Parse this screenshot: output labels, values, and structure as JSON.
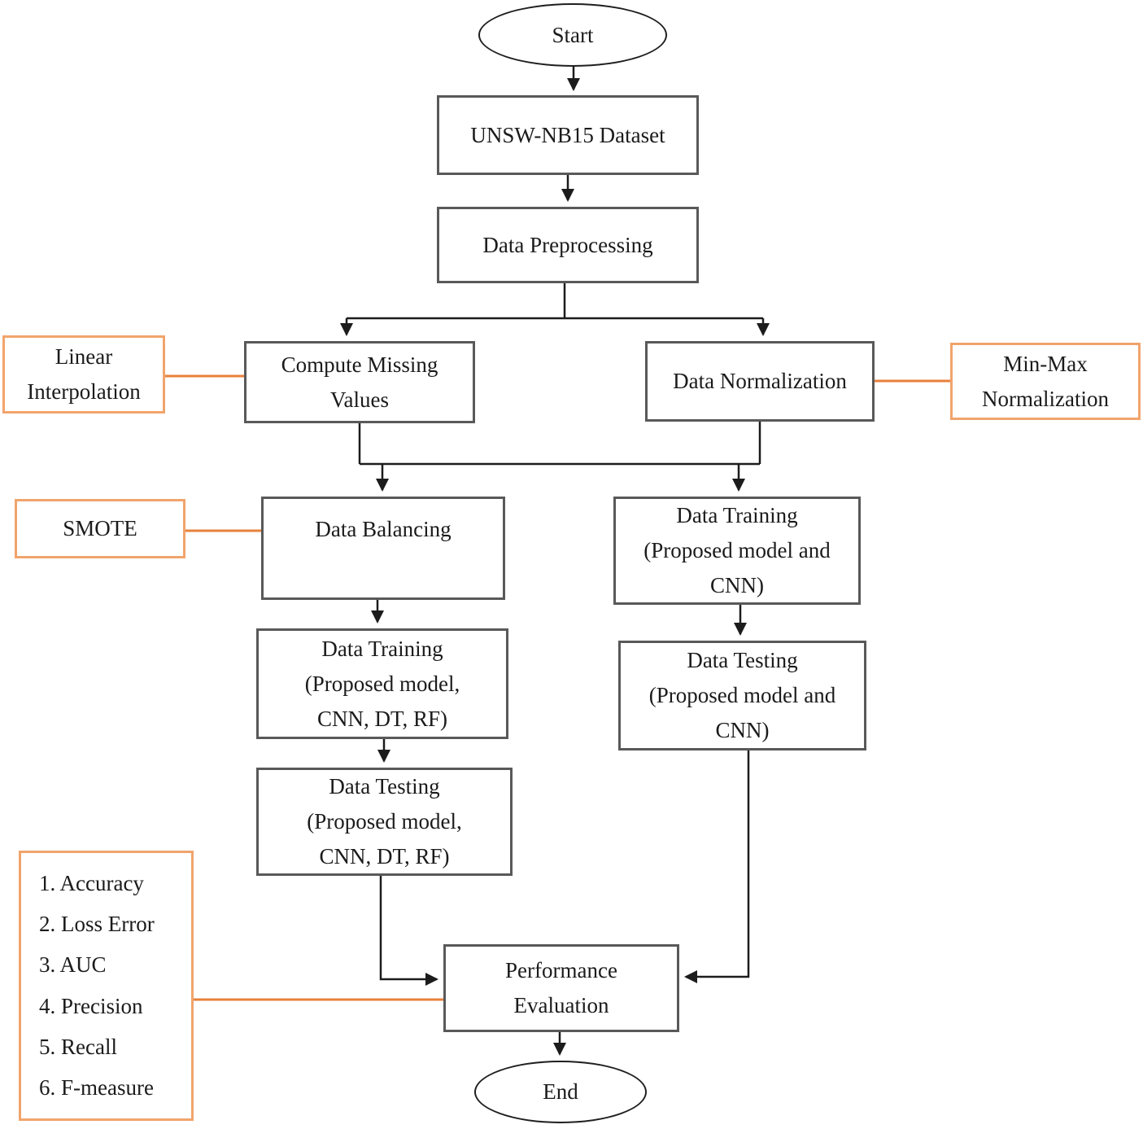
{
  "colors": {
    "node_border": "#595959",
    "terminal_border": "#1f1f1f",
    "orange_box_border": "#f1a46c",
    "orange_connector": "#e8813b",
    "flow_line": "#1c1c1c",
    "background": "#ffffff",
    "text": "#1b1b1b"
  },
  "nodes": {
    "start": {
      "label": "Start"
    },
    "dataset": {
      "label": "UNSW-NB15 Dataset"
    },
    "preprocessing": {
      "label": "Data Preprocessing"
    },
    "linear_interpolation": {
      "label": "Linear\nInterpolation"
    },
    "compute_missing_values": {
      "label": "Compute Missing\nValues"
    },
    "data_normalization": {
      "label": "Data Normalization"
    },
    "minmax_normalization": {
      "label": "Min-Max\nNormalization"
    },
    "smote": {
      "label": "SMOTE"
    },
    "data_balancing": {
      "label": "Data Balancing"
    },
    "data_training_left": {
      "label": "Data Training\n(Proposed model,\nCNN, DT, RF)"
    },
    "data_training_right": {
      "label": "Data Training\n(Proposed model and\nCNN)"
    },
    "data_testing_left": {
      "label": "Data Testing\n(Proposed model,\nCNN, DT, RF)"
    },
    "data_testing_right": {
      "label": "Data Testing\n(Proposed model and\nCNN)"
    },
    "evaluation_metrics": {
      "items": [
        "1. Accuracy",
        "2. Loss Error",
        "3. AUC",
        "4. Precision",
        "5. Recall",
        "6. F-measure"
      ]
    },
    "performance_evaluation": {
      "label": "Performance\nEvaluation"
    },
    "end": {
      "label": "End"
    }
  }
}
